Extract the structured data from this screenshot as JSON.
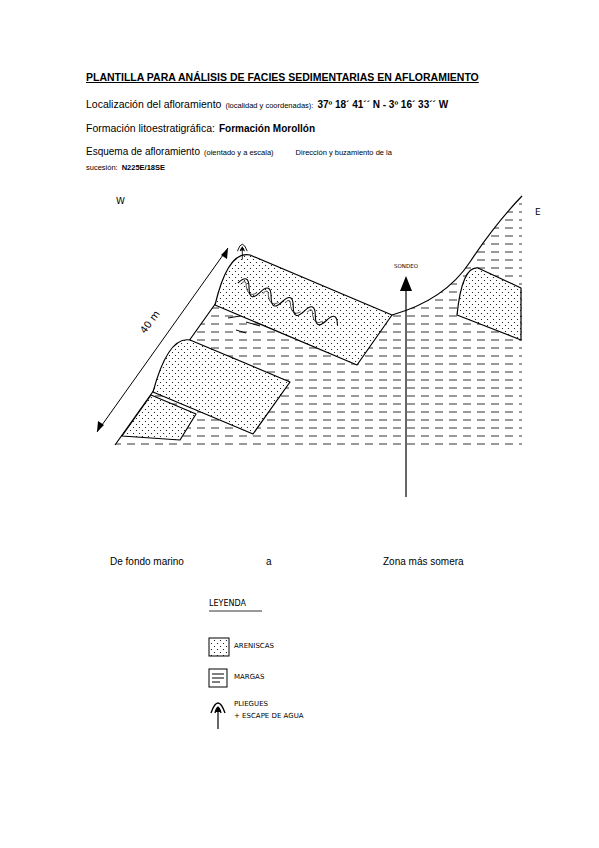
{
  "diagram": {
    "title": "PLANTILLA PARA ANÁLISIS DE FACIES SEDIMENTARIAS EN AFLORAMIENTO",
    "labels": [
      "Localización del afloramiento",
      "(localidad y coordenadas):",
      "37º 18´ 41´´ N - 3º 16´ 33´´ W",
      "Formación litoestratigráfica:",
      "Formación Morollón",
      "Esquema de afloramiento",
      "(oientado y a escala)",
      "Dirección y buzamiento de la sucesión:",
      "N225E/18SE",
      "W",
      "E",
      "40 m",
      "SONDEO",
      "De fondo marino",
      "a",
      "Zona más somera",
      "LEYENDA"
    ],
    "legend": [
      {
        "text": "ARENISCAS"
      },
      {
        "text": "MARGAS"
      },
      {
        "text": "PLIEGUES"
      },
      {
        "text": "+ ESCAPE DE AGUA"
      }
    ]
  }
}
